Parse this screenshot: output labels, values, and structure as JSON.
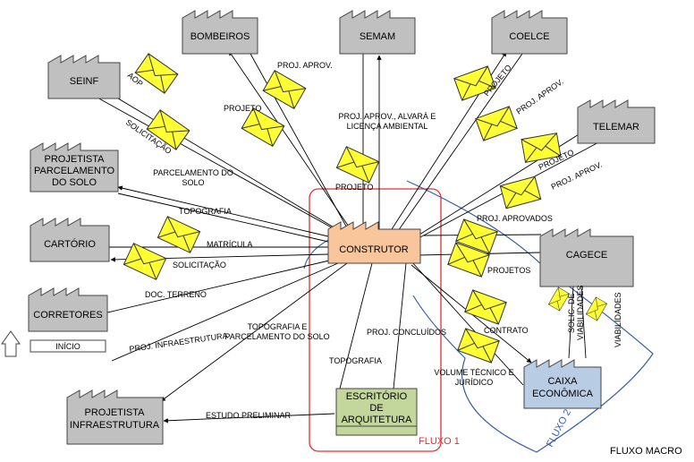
{
  "diagram": {
    "corner_title": "FLUXO MACRO",
    "regions": {
      "flow1": "FLUXO 1",
      "flow2": "FLUXO 2"
    },
    "nodes": {
      "bombeiros": "BOMBEIROS",
      "semam": "SEMAM",
      "coelce": "COELCE",
      "seinf": "SEINF",
      "telemar": "TELEMAR",
      "projetista_solo": [
        "PROJETISTA",
        "PARCELAMENTO",
        "DO SOLO"
      ],
      "cartorio": "CARTÓRIO",
      "corretores": "CORRETORES",
      "construtor": "CONSTRUTOR",
      "cagece": "CAGECE",
      "caixa": [
        "CAIXA",
        "ECONÔMICA"
      ],
      "escritorio": [
        "ESCRITÓRIO",
        "DE",
        "ARQUITETURA"
      ],
      "projetista_infra": [
        "PROJETISTA",
        "INFRAESTRUTURA"
      ]
    },
    "start_label": "INÍCIO",
    "edge_labels": {
      "proj_aprov_bombeiros": "PROJ. APROV.",
      "projeto_bombeiros": "PROJETO",
      "semam_text": [
        "PROJ. APROV., ALVARÁ E",
        "LICENÇA AMBIENTAL"
      ],
      "projeto_semam": "PROJETO",
      "projeto_coelce": "PROJETO",
      "proj_aprov_coelce": "PROJ. APROV.",
      "projeto_telemar": "PROJETO",
      "proj_aprov_telemar": "PROJ. APROV.",
      "aop": "AOP",
      "solicitacao_seinf": "SOLICITAÇÃO",
      "parcelamento": [
        "PARCELAMENTO DO",
        "SOLO"
      ],
      "topografia": "TOPOGRAFIA",
      "matricula": "MATRÍCULA",
      "solicitacao_cartorio": "SOLICITAÇÃO",
      "doc_terreno": "DOC. TERRENO",
      "proj_infra": "PROJ. INFRAESTRUTURA",
      "topo_parcelamento": [
        "TOPOGRAFIA E",
        "PARCELAMENTO DO SOLO"
      ],
      "estudo": "ESTUDO PRELIMINAR",
      "topografia_escritorio": "TOPOGRAFIA",
      "proj_concluidos": "PROJ. CONCLUÍDOS",
      "proj_aprovados": "PROJ. APROVADOS",
      "projetos": "PROJETOS",
      "contrato": "CONTRATO",
      "volume": [
        "VOLUME TÉCNICO E",
        "JURÍDICO"
      ],
      "solic_viab": [
        "SOLIC. DE",
        "VIABILIDADES"
      ],
      "viabilidades": "VIABILIDADES"
    },
    "colors": {
      "factory_fill": "#c0c0c0",
      "construtor_fill": "#f9c59b",
      "caixa_fill": "#b8cce4",
      "escritorio_fill": "#c3d69b",
      "envelope_fill": "#ffff33",
      "flow1_border": "#e03030",
      "flow2_border": "#3a5fa8"
    }
  }
}
